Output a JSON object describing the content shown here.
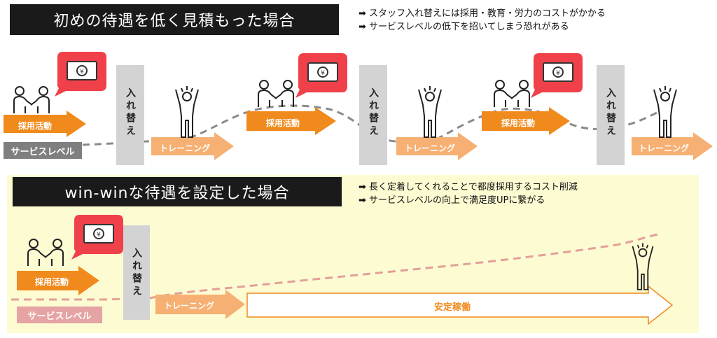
{
  "top": {
    "title": "初めの待遇を低く見積もった場合",
    "notes": [
      "➡ スタッフ入れ替えには採用・教育・労力のコストがかかる",
      "➡ サービスレベルの低下を招いてしまう恐れがある"
    ]
  },
  "bottom": {
    "title": "win-winな待遇を設定した場合",
    "notes": [
      "➡ 長く定着してくれることで都度採用するコスト削減",
      "➡ サービスレベルの向上で満足度UPに繋がる"
    ]
  },
  "labels": {
    "recruit": "採用活動",
    "swap": "入れ替え",
    "training": "トレーニング",
    "service_level": "サービスレベル",
    "stable": "安定稼働"
  },
  "icons": {
    "money": "yen-banknote-icon",
    "handshake": "handshake-icon",
    "cheer": "cheering-person-icon"
  },
  "colors": {
    "orange": "#f08a1c",
    "light_orange": "#f6b073",
    "red_bubble": "#f0404a",
    "gray_pillar": "#d3d3d3",
    "dark_gray_label": "#7f7f7f",
    "pink_label": "#e6a3a3",
    "yellow_panel": "#fdfbd2"
  }
}
